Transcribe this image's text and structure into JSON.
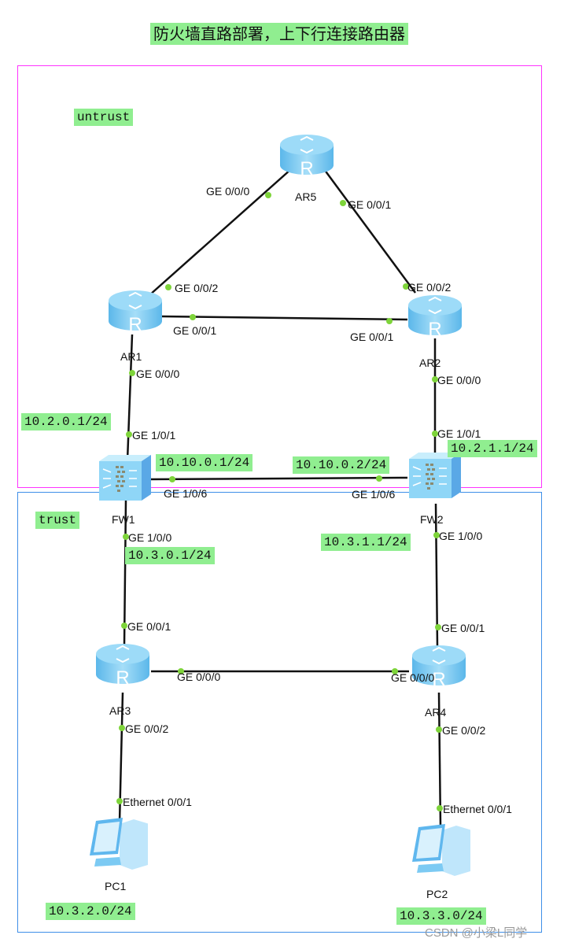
{
  "title": "防火墙直路部署，上下行连接路由器",
  "zones": {
    "untrust": {
      "label": "untrust",
      "color": "#ff33ff"
    },
    "trust": {
      "label": "trust",
      "color": "#3f8fe8"
    }
  },
  "colors": {
    "tag_bg": "#90ee90",
    "link": "#111111",
    "port_dot": "#7ed43a",
    "device_blue": "#7fcdf5"
  },
  "devices": {
    "ar5": {
      "name": "AR5",
      "type": "router"
    },
    "ar1": {
      "name": "AR1",
      "type": "router"
    },
    "ar2": {
      "name": "AR2",
      "type": "router"
    },
    "fw1": {
      "name": "FW1",
      "type": "firewall"
    },
    "fw2": {
      "name": "FW2",
      "type": "firewall"
    },
    "ar3": {
      "name": "AR3",
      "type": "router"
    },
    "ar4": {
      "name": "AR4",
      "type": "router"
    },
    "pc1": {
      "name": "PC1",
      "type": "pc"
    },
    "pc2": {
      "name": "PC2",
      "type": "pc"
    }
  },
  "ports": {
    "ar5_ge000": "GE 0/0/0",
    "ar5_ge001": "GE 0/0/1",
    "ar1_ge002": "GE 0/0/2",
    "ar1_ge001": "GE 0/0/1",
    "ar1_ge000": "GE 0/0/0",
    "ar2_ge002": "GE 0/0/2",
    "ar2_ge001": "GE 0/0/1",
    "ar2_ge000": "GE 0/0/0",
    "fw1_ge101": "GE 1/0/1",
    "fw1_ge106": "GE 1/0/6",
    "fw1_ge100": "GE 1/0/0",
    "fw2_ge101": "GE 1/0/1",
    "fw2_ge106": "GE 1/0/6",
    "fw2_ge100": "GE 1/0/0",
    "ar3_ge001": "GE 0/0/1",
    "ar3_ge000": "GE 0/0/0",
    "ar3_ge002": "GE 0/0/2",
    "ar4_ge001": "GE 0/0/1",
    "ar4_ge000": "GE 0/0/0",
    "ar4_ge002": "GE 0/0/2",
    "pc1_eth001": "Ethernet 0/0/1",
    "pc2_eth001": "Ethernet 0/0/1"
  },
  "addresses": {
    "fw1_up": "10.2.0.1/24",
    "fw1_hb": "10.10.0.1/24",
    "fw2_hb": "10.10.0.2/24",
    "fw2_up": "10.2.1.1/24",
    "fw1_down": "10.3.0.1/24",
    "fw2_down": "10.3.1.1/24",
    "pc1_net": "10.3.2.0/24",
    "pc2_net": "10.3.3.0/24"
  },
  "links": [
    {
      "from": "AR5 GE 0/0/0",
      "to": "AR1 GE 0/0/2"
    },
    {
      "from": "AR5 GE 0/0/1",
      "to": "AR2 GE 0/0/2"
    },
    {
      "from": "AR1 GE 0/0/1",
      "to": "AR2 GE 0/0/1"
    },
    {
      "from": "AR1 GE 0/0/0",
      "to": "FW1 GE 1/0/1"
    },
    {
      "from": "AR2 GE 0/0/0",
      "to": "FW2 GE 1/0/1"
    },
    {
      "from": "FW1 GE 1/0/6",
      "to": "FW2 GE 1/0/6"
    },
    {
      "from": "FW1 GE 1/0/0",
      "to": "AR3 GE 0/0/1"
    },
    {
      "from": "FW2 GE 1/0/0",
      "to": "AR4 GE 0/0/1"
    },
    {
      "from": "AR3 GE 0/0/0",
      "to": "AR4 GE 0/0/0"
    },
    {
      "from": "AR3 GE 0/0/2",
      "to": "PC1 Ethernet 0/0/1"
    },
    {
      "from": "AR4 GE 0/0/2",
      "to": "PC2 Ethernet 0/0/1"
    }
  ],
  "watermark": "CSDN @小梁L同学"
}
